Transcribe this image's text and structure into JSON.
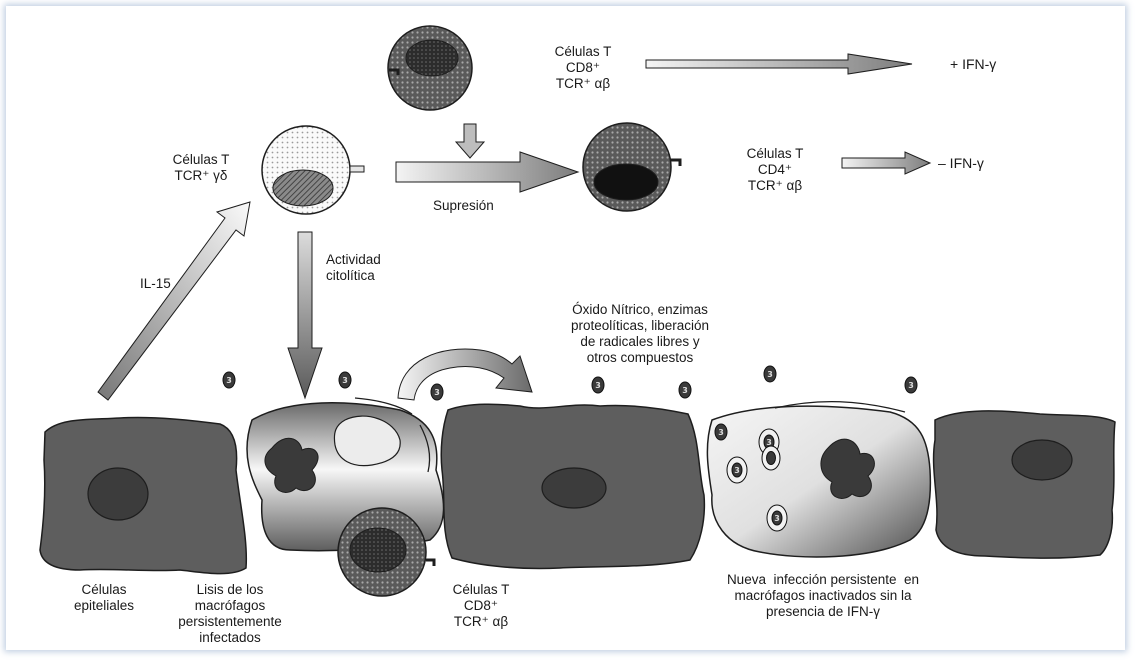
{
  "labels": {
    "cd8_top": "Células T\nCD8⁺\nTCR⁺ αβ",
    "ifn_plus": "+ IFN-γ",
    "gd": "Células T\nTCR⁺ γδ",
    "supresion": "Supresión",
    "cd4": "Células T\nCD4⁺\nTCR⁺ αβ",
    "ifn_minus": "– IFN-γ",
    "il15": "IL-15",
    "actividad": "Actividad\ncitolítica",
    "oxido": "Óxido Nítrico, enzimas\nproteolíticas, liberación\nde radicales libres y\notros compuestos",
    "epiteliales": "Células\nepiteliales",
    "lisis": "Lisis de los\nmacrófagos\npersistentemente\ninfectados",
    "cd8_bottom": "Células T\nCD8⁺\nTCR⁺ αβ",
    "nueva": "Nueva  infección persistente  en\nmacrófagos inactivados sin la\npresencia de IFN-γ"
  },
  "bacteria_glyph": "3",
  "colors": {
    "cell": "#5f5f5f",
    "outline": "#1e1e1e",
    "light": "#f2f2f2",
    "nucleus": "#3c3c3c"
  }
}
